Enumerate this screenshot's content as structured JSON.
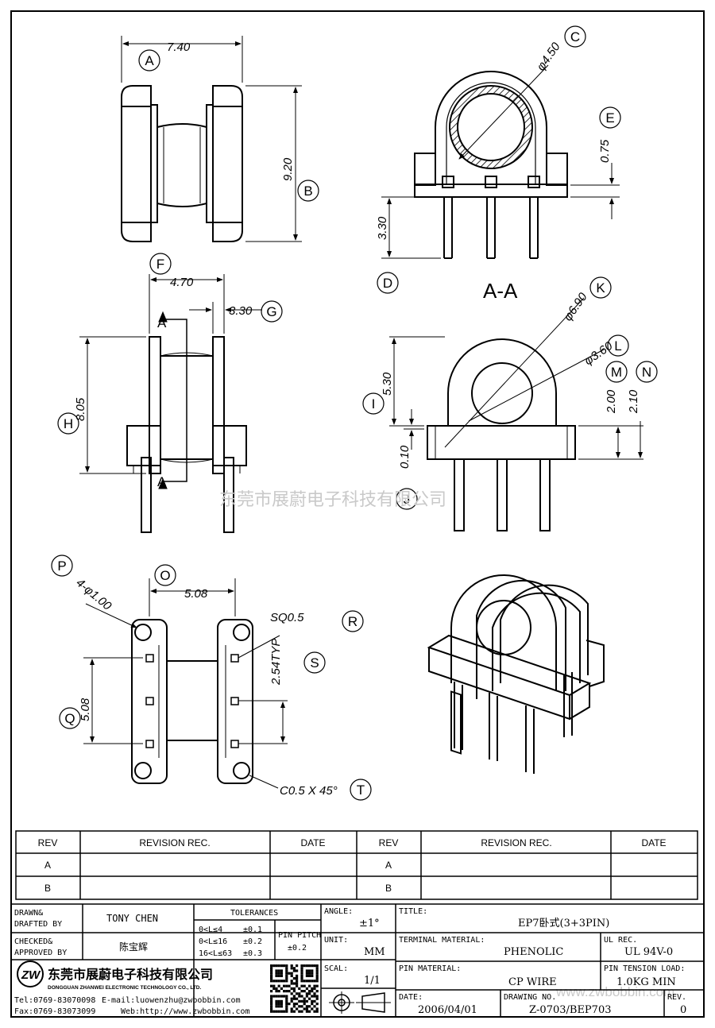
{
  "drawing": {
    "dims": {
      "width_top": "7.40",
      "height_top": "9.20",
      "diameter_c": "φ4.50",
      "dim_e": "0.75",
      "dim_d": "3.30",
      "dim_f": "4.70",
      "dim_g": "3.30",
      "dim_h": "8.05",
      "diameter_k": "φ6.90",
      "diameter_l": "φ3.60",
      "dim_i": "5.30",
      "dim_m": "2.00",
      "dim_n": "2.10",
      "dim_j": "0.10",
      "dim_p": "4-φ1.00",
      "dim_o": "5.08",
      "dim_q": "5.08",
      "dim_r": "SQ0.5",
      "dim_s": "2.54TYP",
      "dim_t": "C0.5 X 45°"
    },
    "section_label": "A-A",
    "section_arrow": "A",
    "letters": [
      "A",
      "B",
      "C",
      "D",
      "E",
      "F",
      "G",
      "H",
      "I",
      "J",
      "K",
      "L",
      "M",
      "N",
      "O",
      "P",
      "Q",
      "R",
      "S",
      "T"
    ],
    "watermark": "东莞市展蔚电子科技有限公司",
    "watermark_site": "www.zwbobbin.com"
  },
  "revision_table": {
    "headers": [
      "REV",
      "REVISION REC.",
      "DATE",
      "REV",
      "REVISION REC.",
      "DATE"
    ],
    "rows": [
      [
        "A",
        "",
        "",
        "A",
        "",
        ""
      ],
      [
        "B",
        "",
        "",
        "B",
        "",
        ""
      ]
    ]
  },
  "title_block": {
    "drawn_label": "DRAWN&",
    "drafted_label": "DRAFTED BY",
    "drawn_by": "TONY CHEN",
    "checked_label": "CHECKED&",
    "approved_label": "APPROVED BY",
    "approved_by": "陈宝辉",
    "tolerances_label": "TOLERANCES",
    "tolerance_rows": [
      {
        "range": "0<L≤4",
        "value": "±0.1"
      },
      {
        "range": "0<L≤16",
        "value": "±0.2"
      },
      {
        "range": "16<L≤63",
        "value": "±0.3"
      }
    ],
    "pin_pitch_label": "PIN PITCH",
    "pin_pitch": "±0.2",
    "angle_label": "ANGLE:",
    "angle": "±1°",
    "unit_label": "UNIT:",
    "unit": "MM",
    "scale_label": "SCAL:",
    "scale": "1/1",
    "title_label": "TITLE:",
    "title": "EP7卧式(3+3PIN)",
    "terminal_material_label": "TERMINAL MATERIAL:",
    "terminal_material": "PHENOLIC",
    "ul_rec_label": "UL REC.",
    "ul_rec": "UL 94V-0",
    "pin_material_label": "PIN MATERIAL:",
    "pin_material": "CP WIRE",
    "pin_tension_label": "PIN TENSION LOAD:",
    "pin_tension": "1.0KG MIN",
    "date_label": "DATE:",
    "date": "2006/04/01",
    "drawing_no_label": "DRAWING NO.",
    "drawing_no": "Z-0703/BEP703",
    "rev_label": "REV.",
    "rev": "0",
    "company_cn": "东莞市展蔚电子科技有限公司",
    "company_en": "DONGGUAN ZHANWEI ELECTRONIC TECHNOLOGY CO., LTD.",
    "tel": "Tel:0769-83070098",
    "email": "E-mail:luowenzhu@zwbobbin.com",
    "fax": "Fax:0769-83073099",
    "web": "Web:http://www.zwbobbin.com",
    "logo_text": "ZW"
  }
}
